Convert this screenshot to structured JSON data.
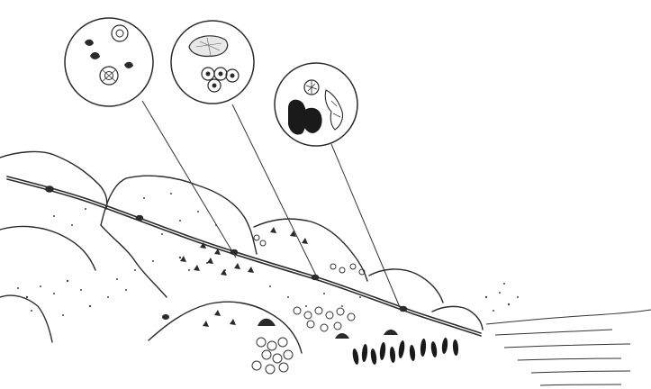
{
  "colors": {
    "ink": "#2a2a2a",
    "paper": "#ffffff",
    "mussel": "#1a1a1a"
  },
  "callouts": [
    {
      "icon": "barnacle-and-periwinkle-icon",
      "contents": [
        "small snails",
        "barnacles"
      ]
    },
    {
      "icon": "limpet-and-barnacle-icon",
      "contents": [
        "limpet",
        "barnacles"
      ]
    },
    {
      "icon": "mussel-and-seaweed-icon",
      "contents": [
        "mussels",
        "seaweed",
        "anemone"
      ]
    }
  ]
}
